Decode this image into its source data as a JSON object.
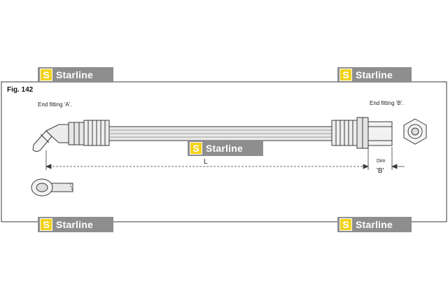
{
  "figure": {
    "label": "Fig. 142"
  },
  "labels": {
    "end_fitting_a": "End fitting 'A'.",
    "end_fitting_b": "End fitting 'B'.",
    "length": "L",
    "dim": "Dim",
    "dim_b": "'B'"
  },
  "watermark": {
    "letter": "S",
    "text": "Starline"
  },
  "colors": {
    "watermark_bg": "#8e8e8e",
    "watermark_logo": "#f2d21a",
    "line": "#3a3a3a"
  }
}
